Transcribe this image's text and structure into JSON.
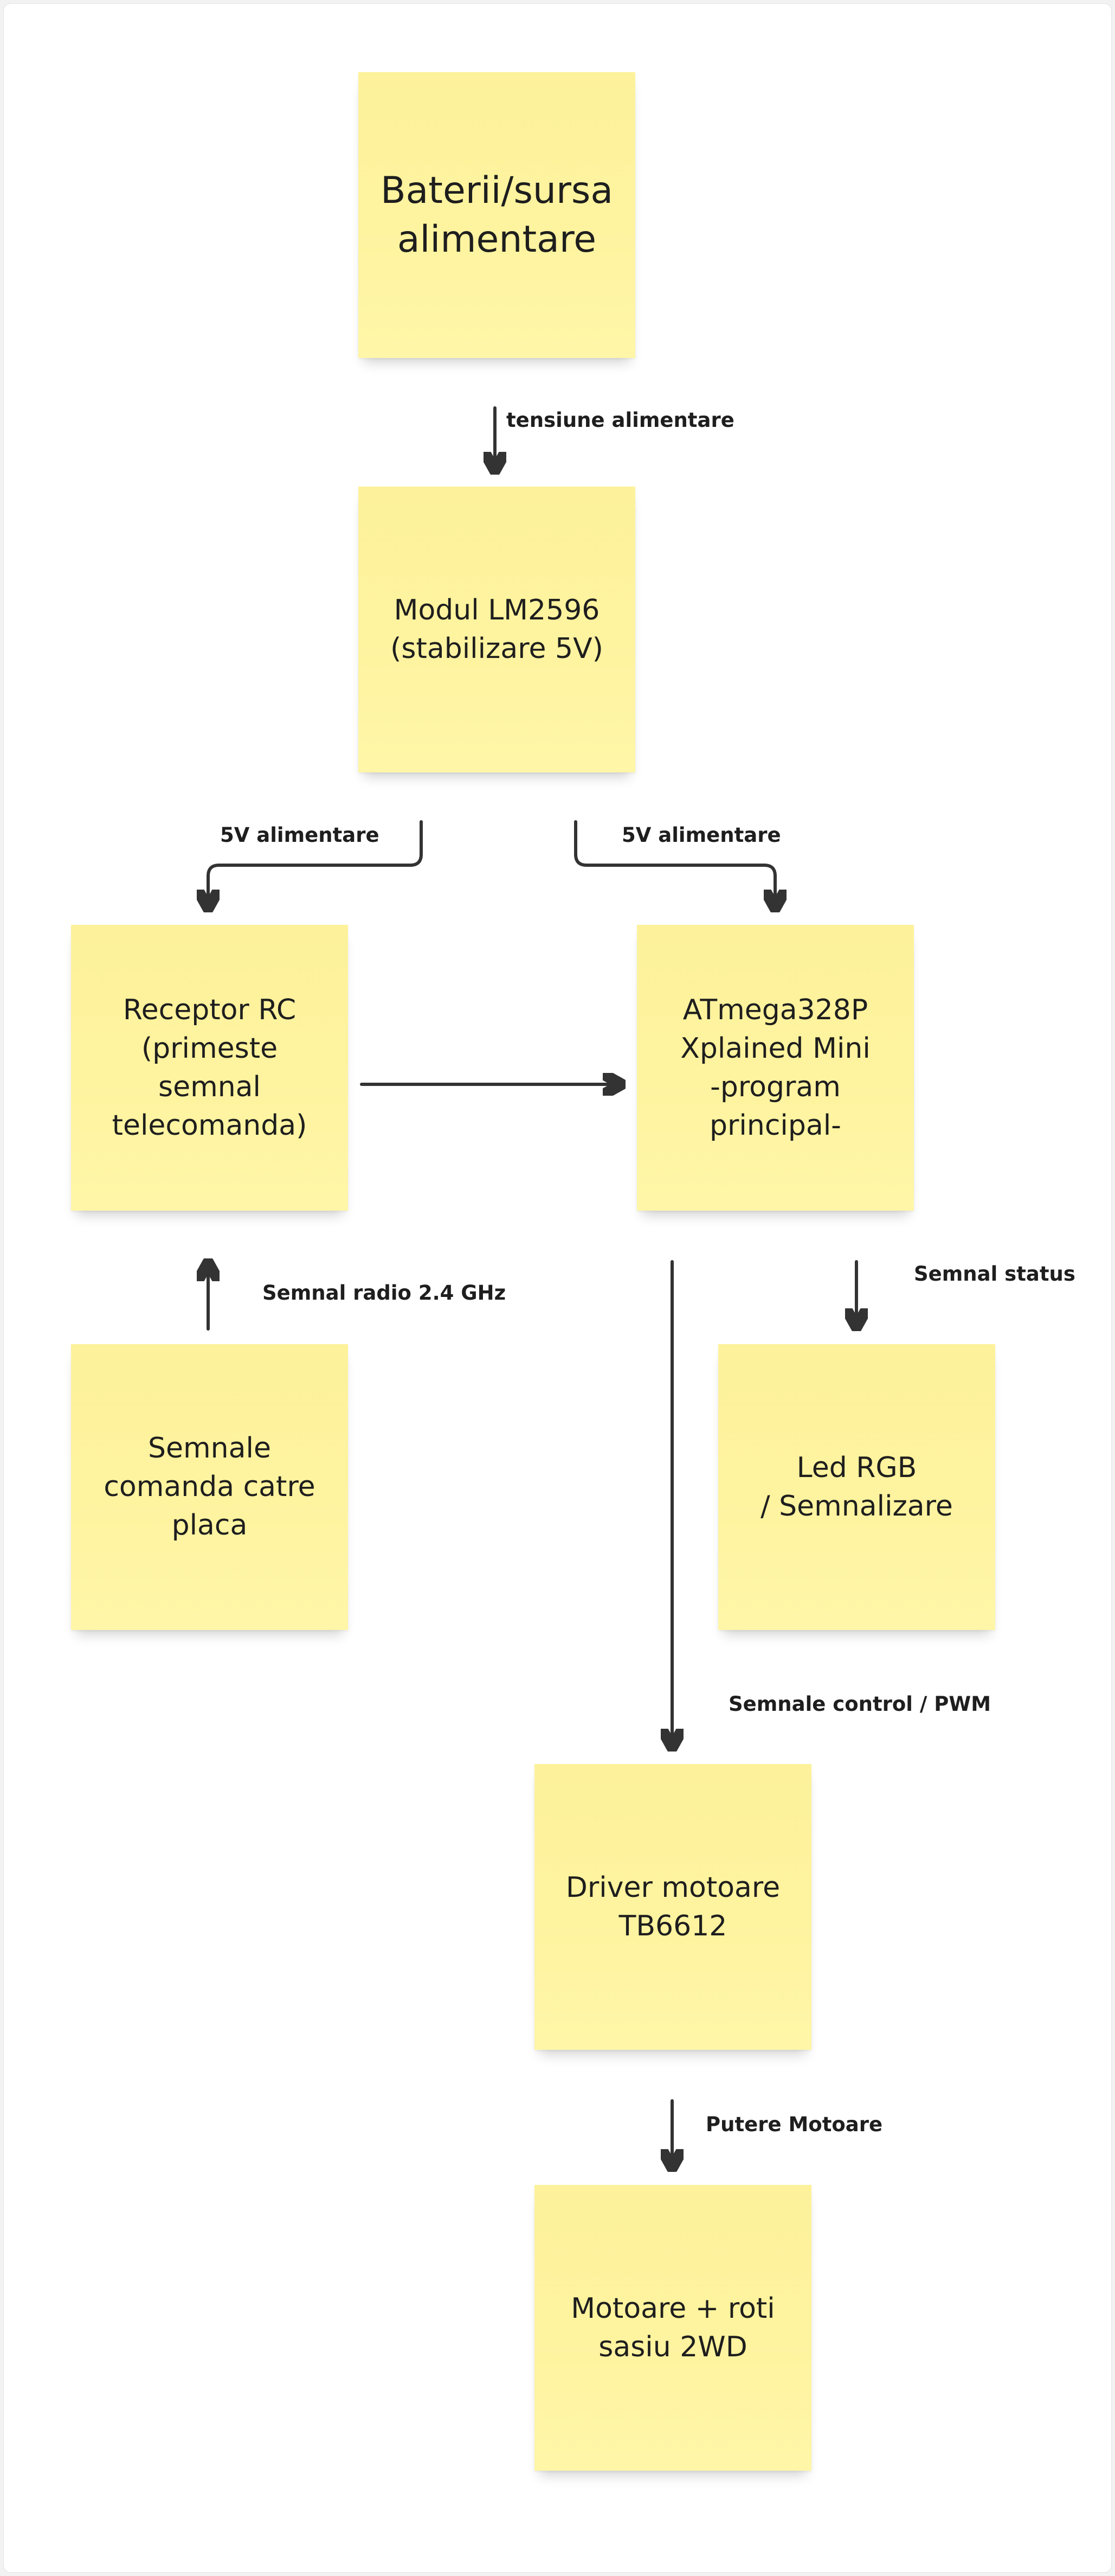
{
  "nodes": {
    "battery": "Baterii/sursa\nalimentare",
    "lm2596": "Modul LM2596\n(stabilizare 5V)",
    "receiver": "Receptor RC\n(primeste semnal\ntelecomanda)",
    "atmega": "ATmega328P\nXplained Mini\n-program\nprincipal-",
    "remote": "Semnale\ncomanda catre\nplaca",
    "led": "Led RGB\n/ Semnalizare",
    "driver": "Driver motoare\nTB6612",
    "motors": "Motoare + roti\nsasiu 2WD"
  },
  "edges": {
    "supply_voltage": "tensiune alimentare",
    "power_5v_left": "5V alimentare",
    "power_5v_right": "5V alimentare",
    "radio": "Semnal radio 2.4 GHz",
    "status": "Semnal status",
    "control_pwm": "Semnale control / PWM",
    "motor_power": "Putere Motoare"
  },
  "colors": {
    "note_fill": "#fef39f",
    "arrow": "#333333",
    "text": "#1e1e1e"
  }
}
